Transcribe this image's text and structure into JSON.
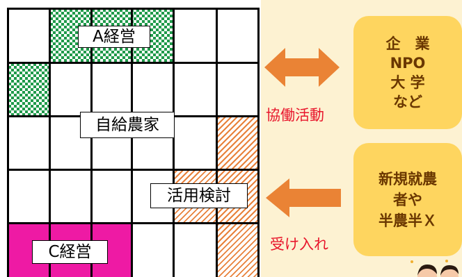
{
  "plots": {
    "a": "A経営",
    "self": "自給農家",
    "review": "活用検討",
    "c": "C経営"
  },
  "partners": {
    "lines": [
      "企　業",
      "NPO",
      "大 学",
      "など"
    ]
  },
  "newcomers": {
    "lines": [
      "新規就農",
      "者や",
      "半農半Ｘ"
    ]
  },
  "arrows": {
    "collaboration": "協働活動",
    "accept": "受け入れ"
  },
  "colors": {
    "background": "#fdf2d2",
    "card": "#fed55f",
    "card_text": "#6a3700",
    "arrow": "#ea8335",
    "caption": "#e8162c",
    "checker": "#1f9a4a",
    "magenta": "#ee1aa4",
    "hatch": "#e8813a"
  }
}
